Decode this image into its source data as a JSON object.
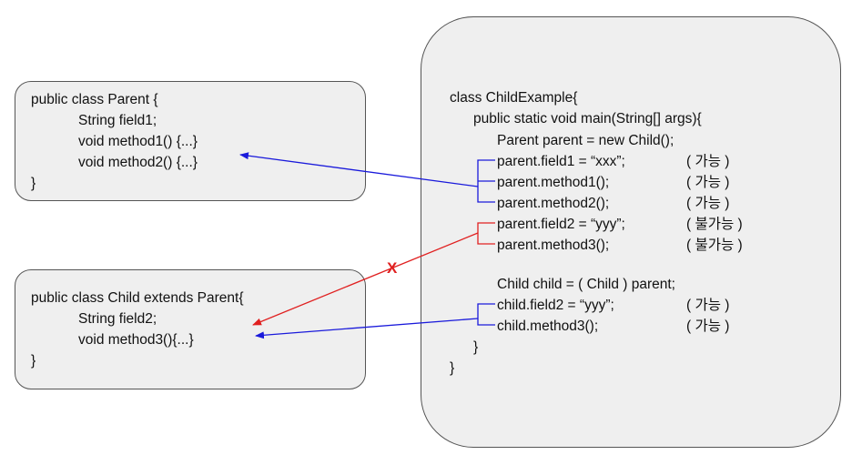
{
  "parent_box": {
    "lines": [
      "public class Parent {",
      "String field1;",
      "void method1() {...}",
      "void method2() {...}",
      "}"
    ]
  },
  "child_box": {
    "lines": [
      "public class Child extends Parent{",
      "String field2;",
      "void method3(){...}",
      "}"
    ]
  },
  "example_box": {
    "lines": [
      "class ChildExample{",
      "public static void main(String[] args){",
      "Parent parent = new Child();",
      "parent.field1 = “xxx”;",
      "parent.method1();",
      "parent.method2();",
      "parent.field2 = “yyy”;",
      "parent.method3();",
      "Child child = ( Child ) parent;",
      "child.field2 = “yyy”;",
      "child.method3();",
      "}",
      "}"
    ],
    "status": [
      "( 가능 )",
      "( 가능 )",
      "( 가능 )",
      "( 불가능 )",
      "( 불가능 )",
      "( 가능 )",
      "( 가능 )"
    ]
  },
  "x_mark": "X",
  "colors": {
    "blue_arrow": "#1a1adb",
    "red_arrow": "#e02020",
    "box_fill": "#efefef",
    "box_border": "#555555"
  }
}
